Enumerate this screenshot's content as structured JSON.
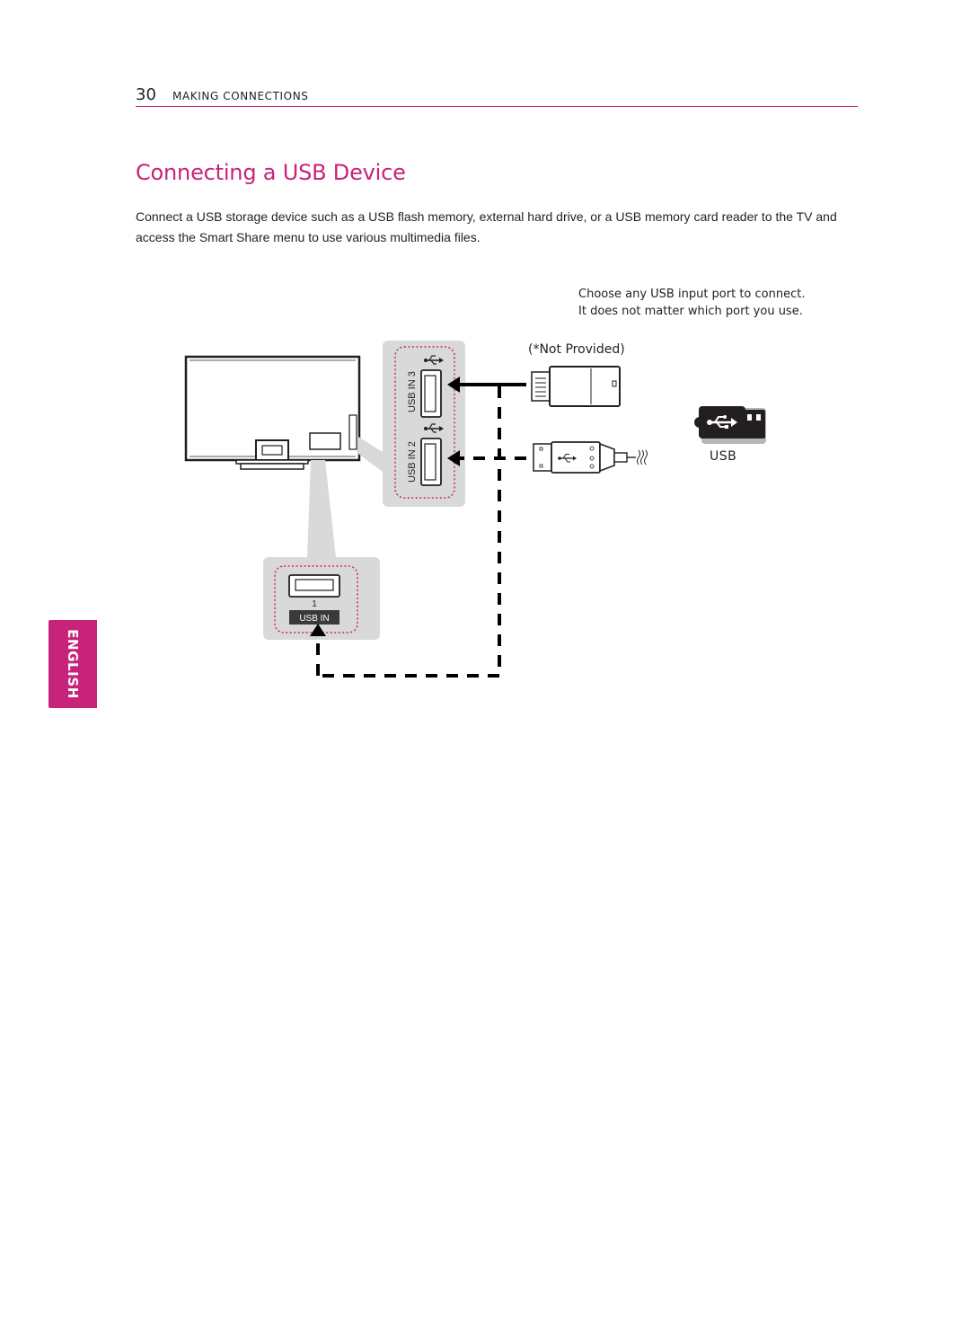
{
  "header": {
    "page_number": "30",
    "section": "MAKING CONNECTIONS"
  },
  "title": "Connecting a USB Device",
  "intro_text": "Connect a USB storage device such as a USB flash memory, external hard drive, or a USB memory card reader to the TV and access the Smart Share menu to use various multimedia files.",
  "diagram": {
    "note_line_1": "Choose any USB input port to connect.",
    "note_line_2": "It does not matter which port you use.",
    "not_provided": "(*Not Provided)",
    "usb_label": "USB",
    "port_labels": {
      "usb_in_3": "USB IN 3",
      "usb_in_2": "USB IN 2",
      "usb_in_1_number": "1",
      "usb_in": "USB IN"
    }
  },
  "language_tab": "ENGLISH",
  "colors": {
    "accent": "#c8237a",
    "text": "#231f20",
    "panel": "#d9d9d9"
  },
  "icons": [
    "usb-trident-icon",
    "usb-badge-icon",
    "arrow-left-icon",
    "arrow-up-icon"
  ]
}
